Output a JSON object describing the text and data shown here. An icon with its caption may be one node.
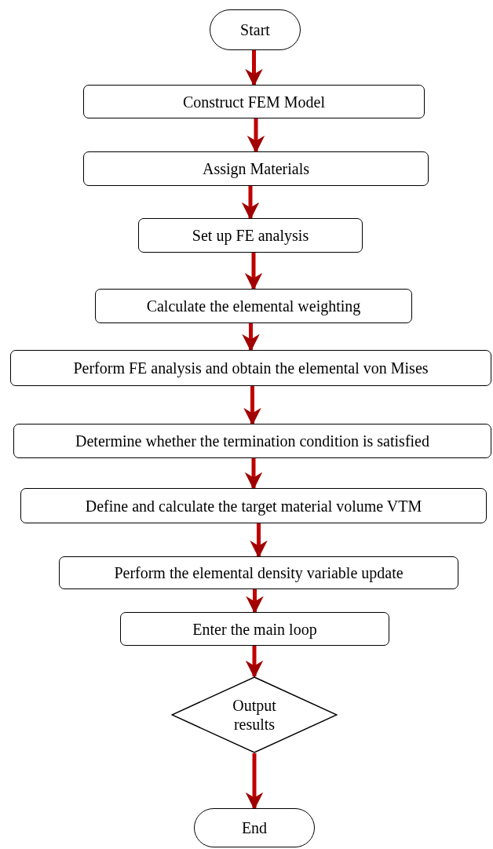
{
  "diagram": {
    "nodes": [
      {
        "text": [
          "Start"
        ]
      },
      {
        "text": [
          "Construct FEM Model"
        ]
      },
      {
        "text": [
          "Assign Materials"
        ]
      },
      {
        "text": [
          "Set up FE analysis"
        ]
      },
      {
        "text": [
          "Calculate the elemental weighting"
        ]
      },
      {
        "text": [
          "Perform FE analysis and obtain the elemental von Mises"
        ]
      },
      {
        "text": [
          "Determine whether the termination condition is satisfied"
        ]
      },
      {
        "text": [
          "Define and calculate the target material volume VTM"
        ]
      },
      {
        "text": [
          "Perform the elemental density variable update"
        ]
      },
      {
        "text": [
          "Enter the main loop"
        ]
      },
      {
        "text": [
          "Output results"
        ]
      },
      {
        "text": [
          "End"
        ]
      }
    ],
    "edges": [
      {
        "from": 0,
        "to": 1,
        "arrow": "to"
      },
      {
        "from": 1,
        "to": 2,
        "arrow": "to"
      },
      {
        "from": 2,
        "to": 3,
        "arrow": "to"
      },
      {
        "from": 3,
        "to": 4,
        "arrow": "to"
      },
      {
        "from": 4,
        "to": 5,
        "arrow": "to"
      },
      {
        "from": 5,
        "to": 6,
        "arrow": "to"
      },
      {
        "from": 6,
        "to": 7,
        "arrow": "to"
      },
      {
        "from": 7,
        "to": 8,
        "arrow": "to"
      },
      {
        "from": 8,
        "to": 9,
        "arrow": "to"
      },
      {
        "from": 9,
        "to": 10,
        "arrow": "to"
      },
      {
        "from": 10,
        "to": 11,
        "arrow": "to"
      }
    ]
  }
}
